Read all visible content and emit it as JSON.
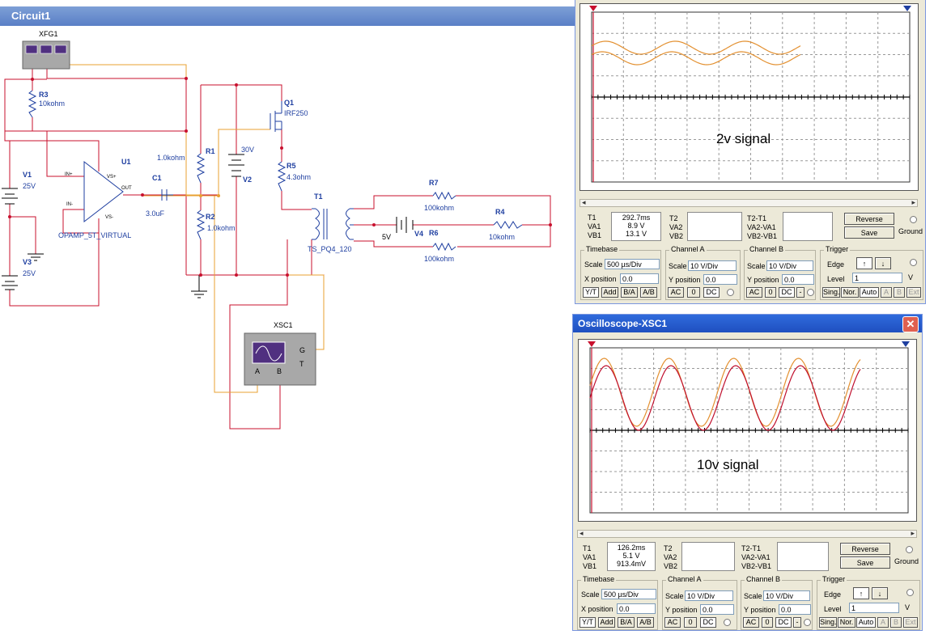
{
  "window": {
    "title": "Circuit1"
  },
  "schematic": {
    "xfg1": "XFG1",
    "xsc1": "XSC1",
    "xsc1_terms": {
      "g": "G",
      "t": "T",
      "a": "A",
      "b": "B"
    },
    "components": {
      "r3_name": "R3",
      "r3_val": "10kohm",
      "q1_name": "Q1",
      "q1_val": "IRF250",
      "u1_name": "U1",
      "u1_model": "OPAMP_5T_VIRTUAL",
      "u1_inp": "IN+",
      "u1_inm": "IN-",
      "u1_vsp": "VS+",
      "u1_vsm": "VS-",
      "u1_out": "OUT",
      "v1_name": "V1",
      "v1_val": "25V",
      "v3_name": "V3",
      "v3_val": "25V",
      "c1_name": "C1",
      "c1_val": "3.0uF",
      "r1_name": "R1",
      "r1_val": "1.0kohm",
      "r2_name": "R2",
      "r2_val": "1.0kohm",
      "v2_name": "V2",
      "v2_val": "30V",
      "r5_name": "R5",
      "r5_val": "4.3ohm",
      "t1_name": "T1",
      "t1_model": "TS_PQ4_120",
      "r7_name": "R7",
      "r7_val": "100kohm",
      "r4_name": "R4",
      "r4_val": "10kohm",
      "r6_name": "R6",
      "r6_val": "100kohm",
      "v4_name": "V4",
      "v4_val": "5V"
    }
  },
  "colors": {
    "wire_red": "#c8102e",
    "wire_orange": "#e8a030",
    "component_blue": "#1f3fa0",
    "trace_a": "#e39030",
    "trace_b": "#c0102e"
  },
  "scope_top": {
    "signal_label": "2v signal",
    "readouts": {
      "t1": "T1",
      "va1": "VA1",
      "vb1": "VB1",
      "t1_val": "292.7ms",
      "va1_val": "8.9 V",
      "vb1_val": "13.1 V",
      "t2": "T2",
      "va2": "VA2",
      "vb2": "VB2",
      "t2t1": "T2-T1",
      "va2va1": "VA2-VA1",
      "vb2vb1": "VB2-VB1"
    },
    "reverse": "Reverse",
    "save": "Save",
    "ground": "Ground",
    "timebase": {
      "label": "Timebase",
      "scale_lbl": "Scale",
      "scale": "500 µs/Div",
      "xpos_lbl": "X position",
      "xpos": "0.0",
      "yt": "Y/T",
      "add": "Add",
      "ba": "B/A",
      "ab": "A/B"
    },
    "chan_a": {
      "label": "Channel A",
      "scale_lbl": "Scale",
      "scale": "10 V/Div",
      "ypos_lbl": "Y position",
      "ypos": "0.0",
      "ac": "AC",
      "zero": "0",
      "dc": "DC"
    },
    "chan_b": {
      "label": "Channel B",
      "scale_lbl": "Scale",
      "scale": "10 V/Div",
      "ypos_lbl": "Y position",
      "ypos": "0.0",
      "ac": "AC",
      "zero": "0",
      "dc": "DC",
      "minus": "-"
    },
    "trigger": {
      "label": "Trigger",
      "edge_lbl": "Edge",
      "level_lbl": "Level",
      "level": "1",
      "unit": "V",
      "sing": "Sing.",
      "nor": "Nor.",
      "auto": "Auto",
      "a": "A",
      "b": "B",
      "ext": "Ext"
    }
  },
  "scope_bottom": {
    "title": "Oscilloscope-XSC1",
    "close_glyph": "✕",
    "signal_label": "10v signal",
    "readouts": {
      "t1": "T1",
      "va1": "VA1",
      "vb1": "VB1",
      "t1_val": "126.2ms",
      "va1_val": "5.1 V",
      "vb1_val": "913.4mV",
      "t2": "T2",
      "va2": "VA2",
      "vb2": "VB2",
      "t2t1": "T2-T1",
      "va2va1": "VA2-VA1",
      "vb2vb1": "VB2-VB1"
    },
    "reverse": "Reverse",
    "save": "Save",
    "ground": "Ground",
    "timebase": {
      "label": "Timebase",
      "scale_lbl": "Scale",
      "scale": "500 µs/Div",
      "xpos_lbl": "X position",
      "xpos": "0.0",
      "yt": "Y/T",
      "add": "Add",
      "ba": "B/A",
      "ab": "A/B"
    },
    "chan_a": {
      "label": "Channel A",
      "scale_lbl": "Scale",
      "scale": "10 V/Div",
      "ypos_lbl": "Y position",
      "ypos": "0.0",
      "ac": "AC",
      "zero": "0",
      "dc": "DC"
    },
    "chan_b": {
      "label": "Channel B",
      "scale_lbl": "Scale",
      "scale": "10 V/Div",
      "ypos_lbl": "Y position",
      "ypos": "0.0",
      "ac": "AC",
      "zero": "0",
      "dc": "DC",
      "minus": "-"
    },
    "trigger": {
      "label": "Trigger",
      "edge_lbl": "Edge",
      "level_lbl": "Level",
      "level": "1",
      "unit": "V",
      "sing": "Sing.",
      "nor": "Nor.",
      "auto": "Auto",
      "a": "A",
      "b": "B",
      "ext": "Ext"
    }
  },
  "icons": {
    "scroll_left": "◂",
    "scroll_right": "▸",
    "edge_rise": "↑",
    "edge_fall": "↓"
  }
}
